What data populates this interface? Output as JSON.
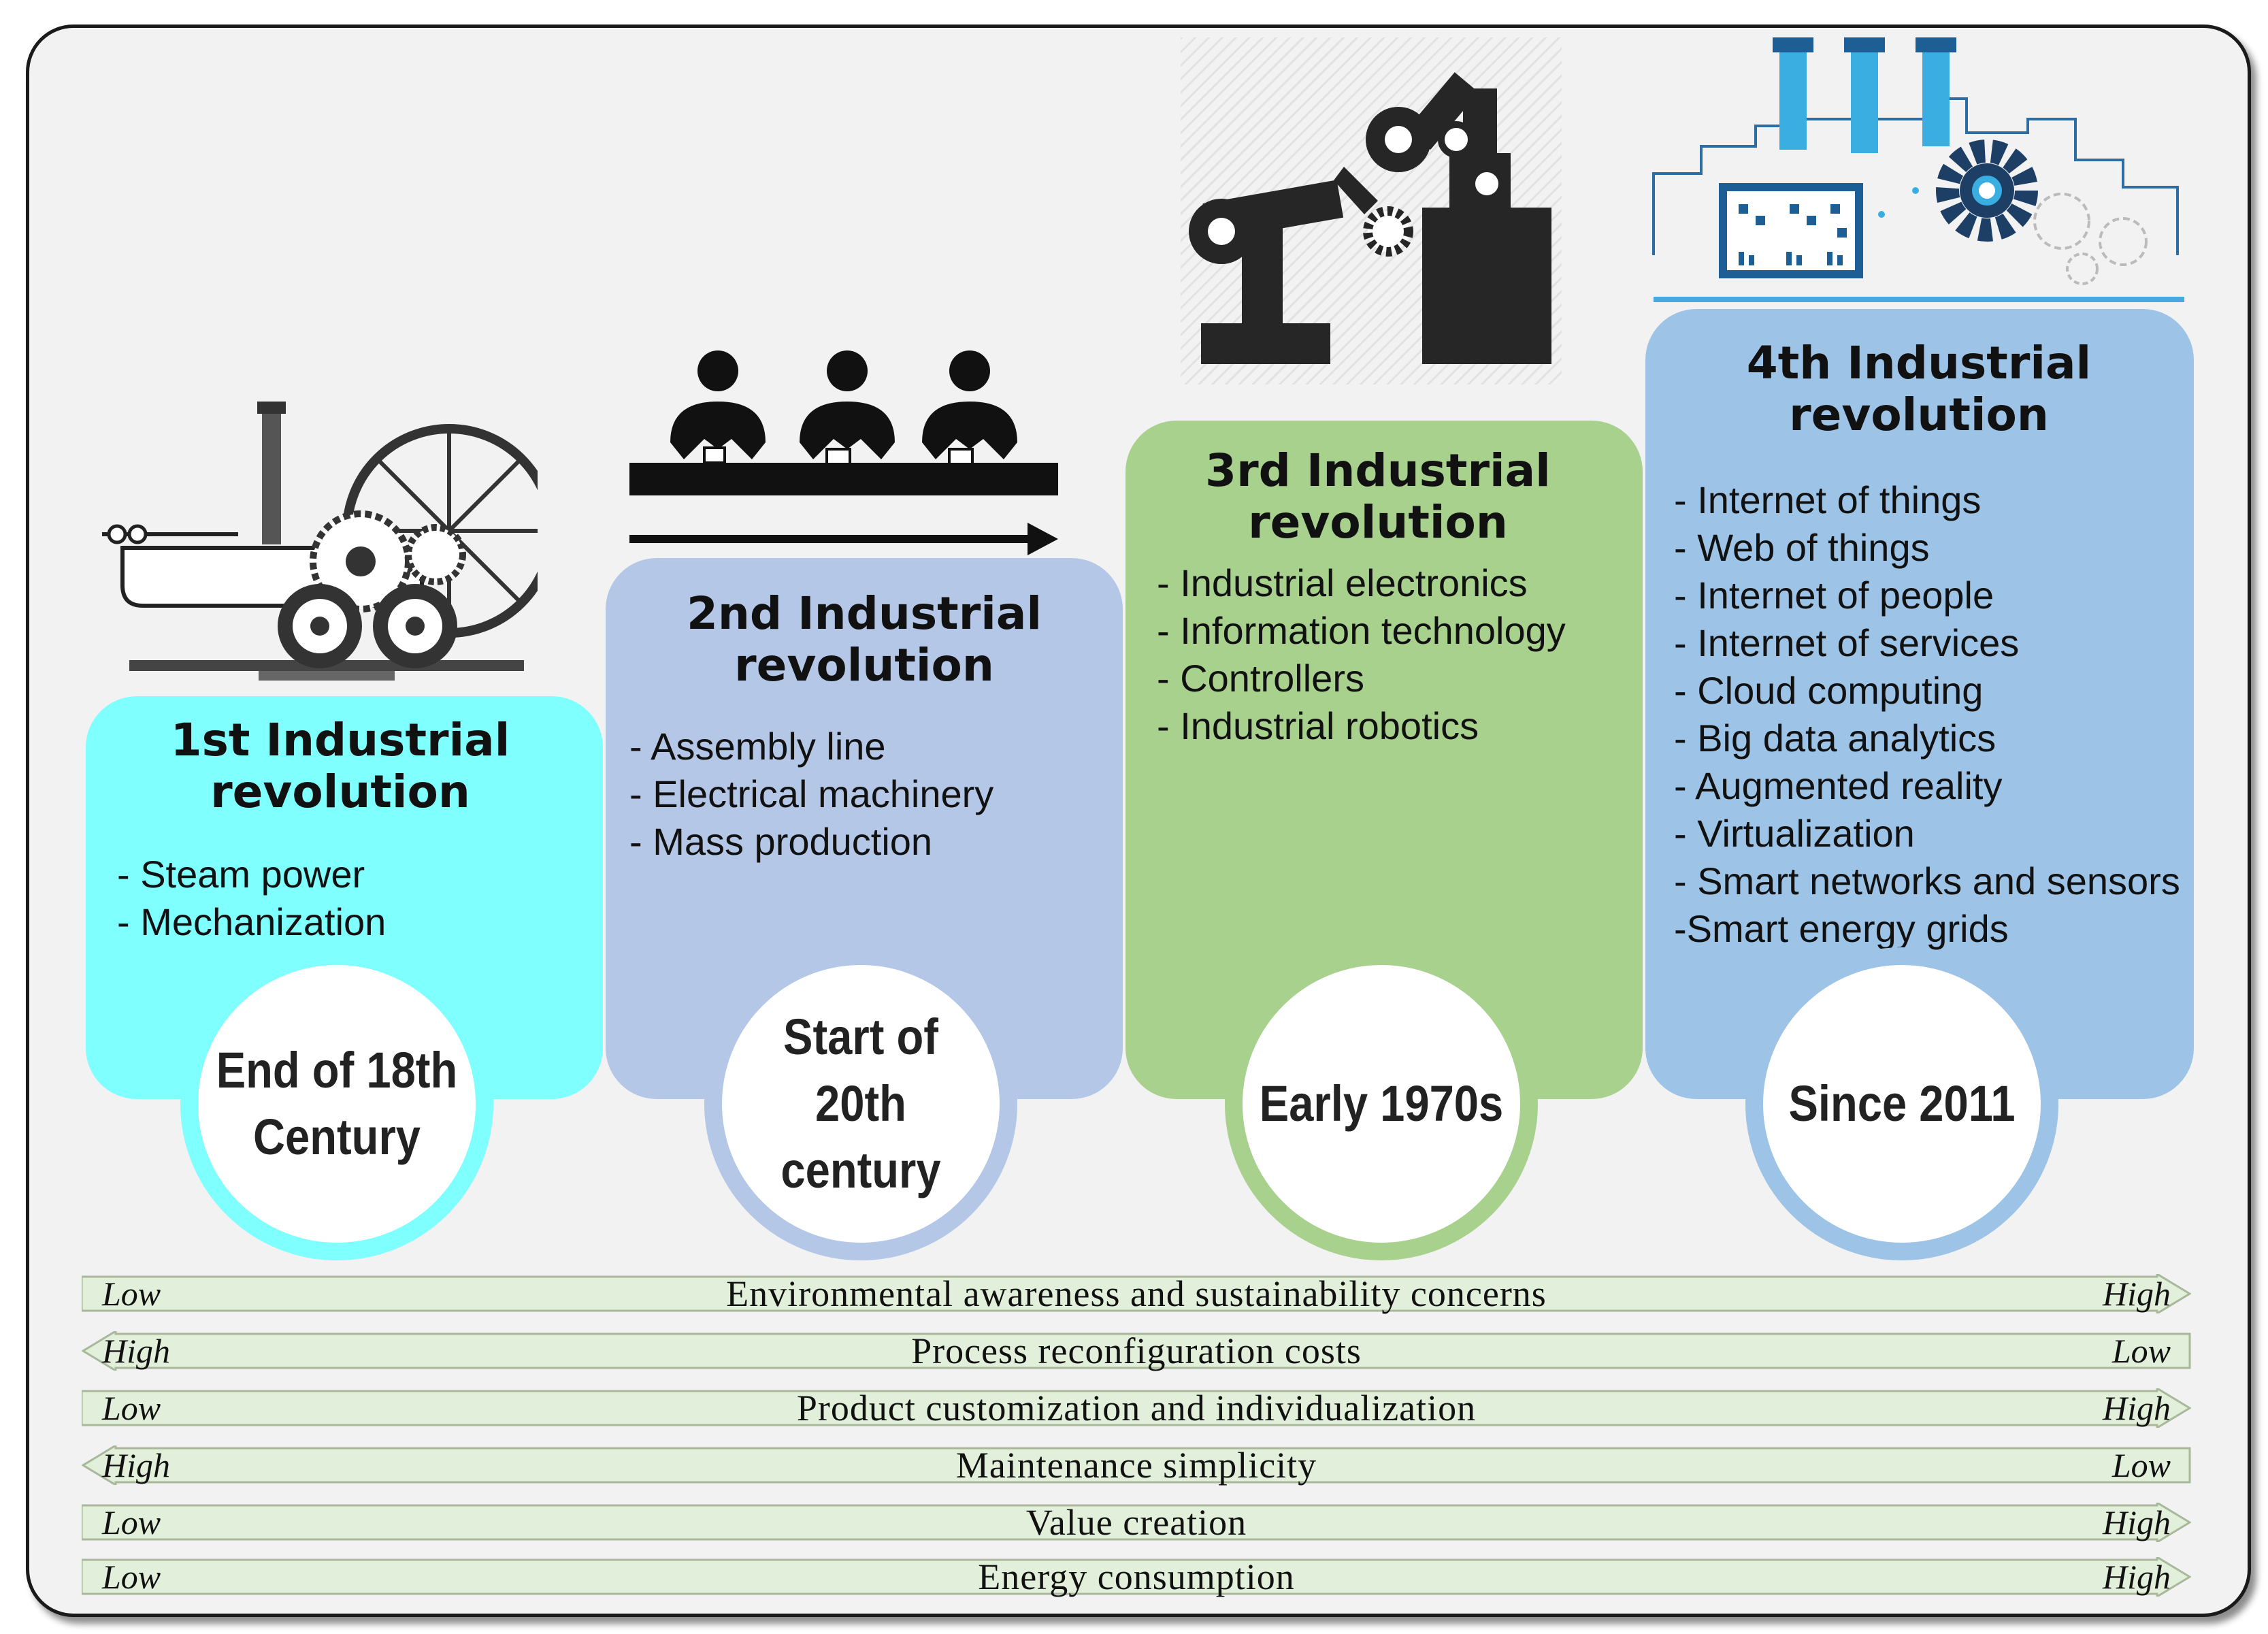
{
  "colors": {
    "rev1": "#80ffff",
    "rev2": "#b4c7e7",
    "rev3": "#a9d18e",
    "rev4": "#9dc3e6",
    "bar_fill": "#e2efda",
    "bar_stroke": "#a9b89a"
  },
  "revolutions": [
    {
      "title": "1st Industrial revolution",
      "items": [
        "- Steam power",
        "- Mechanization"
      ],
      "period": "End of 18th Century",
      "icon": "steam-locomotive-icon"
    },
    {
      "title": "2nd Industrial revolution",
      "items": [
        "- Assembly line",
        "- Electrical machinery",
        "- Mass production"
      ],
      "period": "Start of 20th century",
      "icon": "assembly-line-workers-icon"
    },
    {
      "title": "3rd Industrial revolution",
      "items": [
        "- Industrial electronics",
        "- Information technology",
        "- Controllers",
        "- Industrial robotics"
      ],
      "period": "Early 1970s",
      "icon": "robotic-arm-icon"
    },
    {
      "title": "4th Industrial revolution",
      "items": [
        "- Internet of things",
        "- Web of things",
        "- Internet of people",
        "- Internet of services",
        "- Cloud computing",
        "- Big data analytics",
        "- Augmented reality",
        "- Virtualization",
        "- Smart networks and sensors",
        "-Smart energy grids"
      ],
      "period": "Since 2011",
      "icon": "smart-factory-icon"
    }
  ],
  "trends": [
    {
      "label": "Environmental awareness and sustainability concerns",
      "left": "Low",
      "right": "High",
      "direction": "right"
    },
    {
      "label": "Process reconfiguration costs",
      "left": "High",
      "right": "Low",
      "direction": "left"
    },
    {
      "label": "Product customization and individualization",
      "left": "Low",
      "right": "High",
      "direction": "right"
    },
    {
      "label": "Maintenance simplicity",
      "left": "High",
      "right": "Low",
      "direction": "left"
    },
    {
      "label": "Value creation",
      "left": "Low",
      "right": "High",
      "direction": "right"
    },
    {
      "label": "Energy consumption",
      "left": "Low",
      "right": "High",
      "direction": "right"
    }
  ]
}
